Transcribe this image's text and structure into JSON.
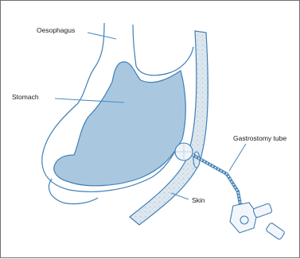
{
  "labels": {
    "oesophagus": "Oesophagus",
    "stomach": "Stomach",
    "gastrostomy_tube": "Gastrostomy tube",
    "skin": "Skin"
  },
  "colors": {
    "stomach_fill": "#a9c8df",
    "outline": "#3f7fb6",
    "leader": "#4d8fc4",
    "skin_fill": "#d9e5ee",
    "border": "#6f6f6f"
  }
}
